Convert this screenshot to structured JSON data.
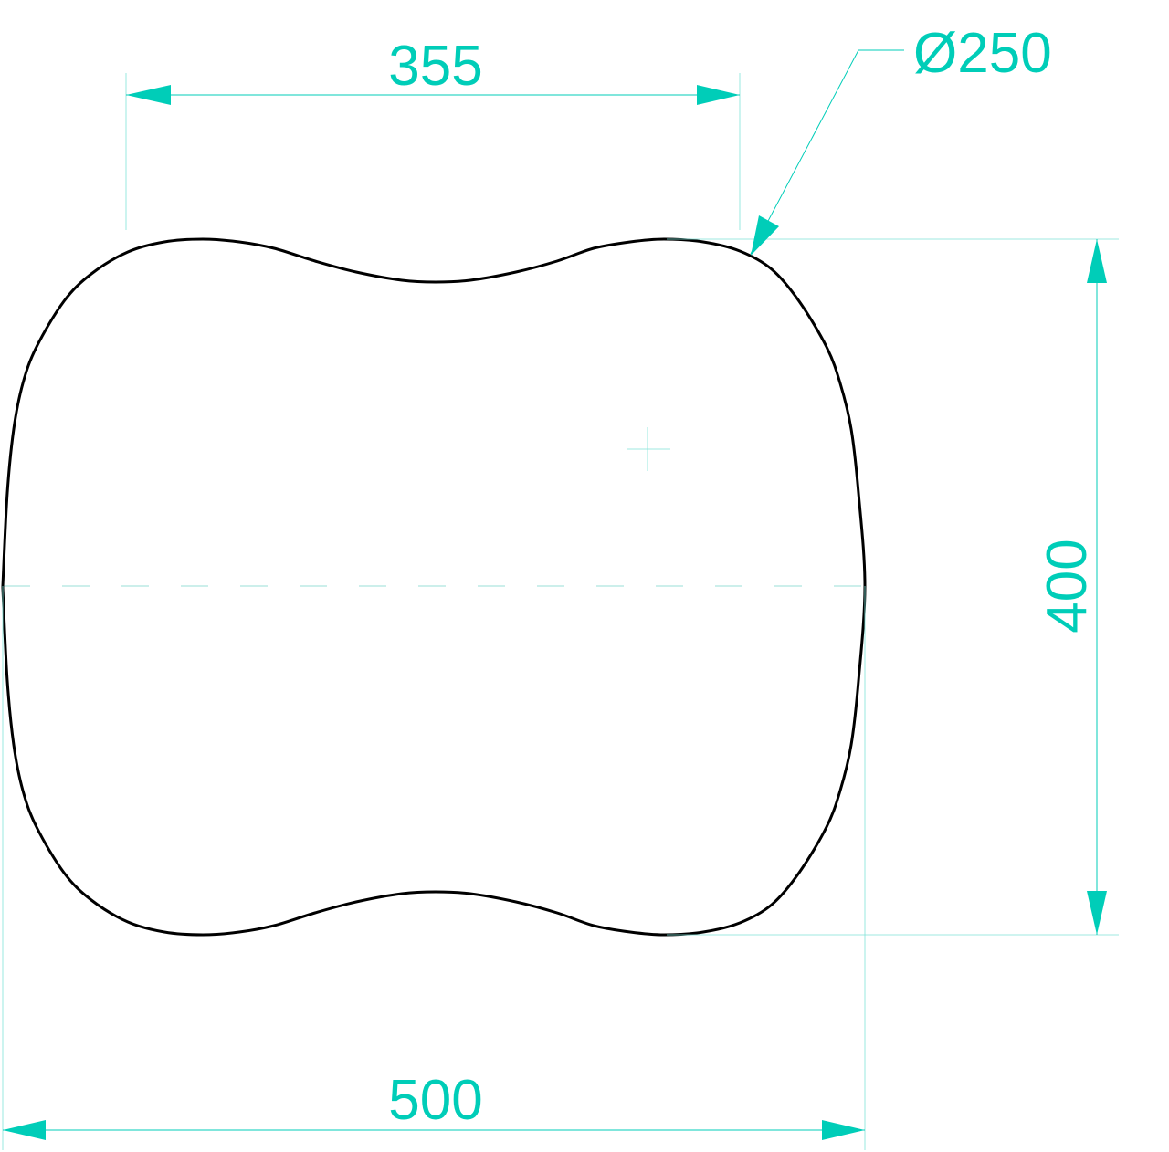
{
  "drawing": {
    "dimensions": {
      "top_width": "355",
      "overall_width": "500",
      "overall_height": "400",
      "diameter": "Ø250"
    },
    "colors": {
      "dimension": "#00cdb8",
      "outline": "#000000"
    }
  }
}
